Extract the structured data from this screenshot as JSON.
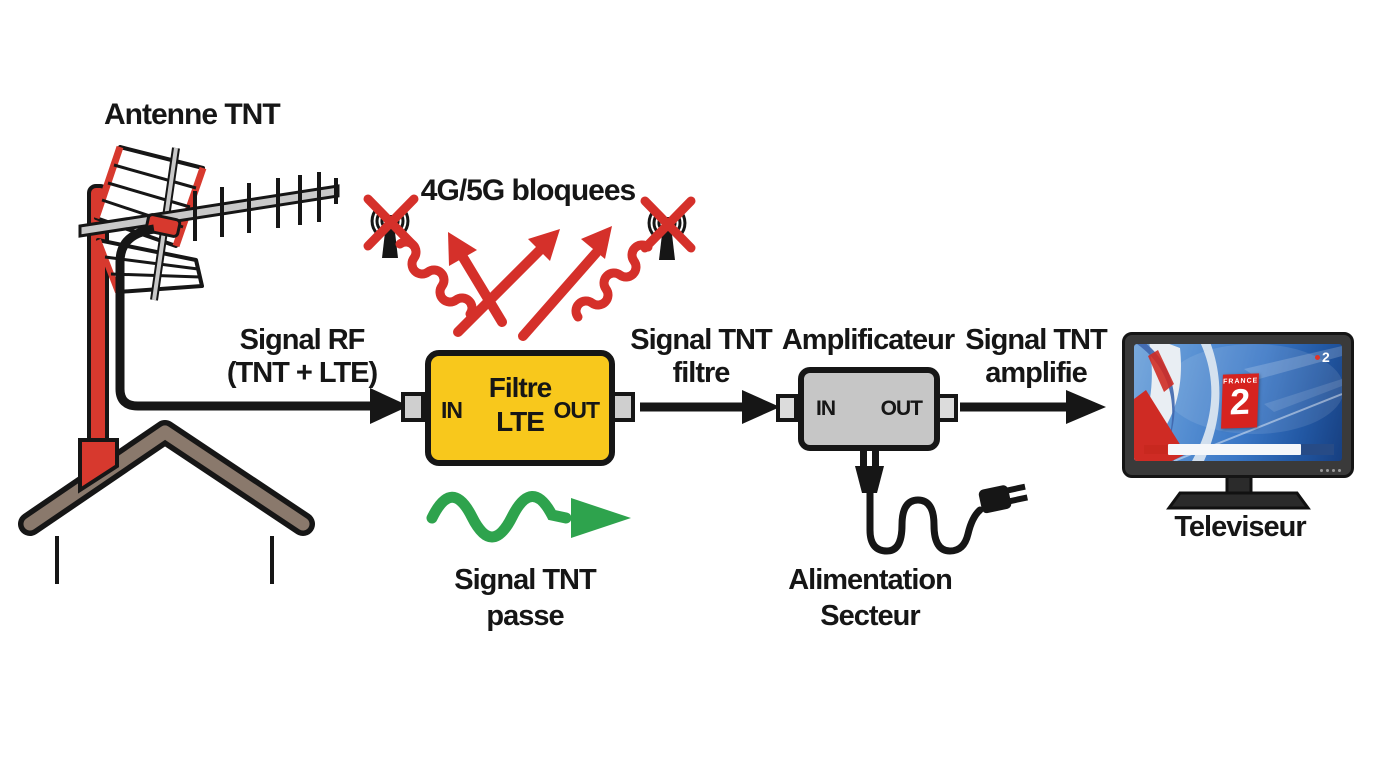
{
  "colors": {
    "accent_red": "#d5302a",
    "filter_yellow": "#f8c81c",
    "box_gray": "#c6c6c6",
    "signal_green": "#2ea34d",
    "roof_brown": "#8a796c",
    "tv_blue": "#2e6abf"
  },
  "antenna": {
    "label": "Antenne TNT"
  },
  "signal_rf": {
    "line1": "Signal RF",
    "line2": "(TNT + LTE)"
  },
  "blocked": {
    "label": "4G/5G bloquees"
  },
  "filter": {
    "line1": "Filtre",
    "line2": "LTE",
    "port_in": "IN",
    "port_out": "OUT"
  },
  "signal_filtered": {
    "line1": "Signal TNT",
    "line2": "filtre"
  },
  "amplifier": {
    "label": "Amplificateur",
    "port_in": "IN",
    "port_out": "OUT"
  },
  "signal_amplified": {
    "line1": "Signal TNT",
    "line2": "amplifie"
  },
  "power": {
    "line1": "Alimentation",
    "line2": "Secteur"
  },
  "signal_pass": {
    "line1": "Signal TNT",
    "line2": "passe"
  },
  "tv": {
    "label": "Televiseur",
    "channel_name": "FRANCE",
    "channel_number": "2",
    "corner_bug": "2"
  }
}
